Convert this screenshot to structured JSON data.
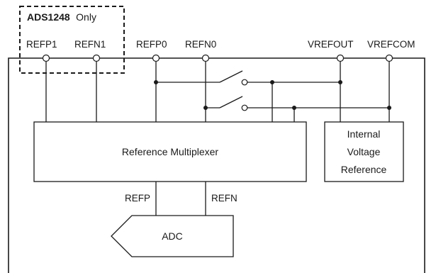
{
  "note": {
    "model": "ADS1248",
    "suffix": "Only"
  },
  "pins": {
    "refp1": "REFP1",
    "refn1": "REFN1",
    "refp0": "REFP0",
    "refn0": "REFN0",
    "vrefout": "VREFOUT",
    "vrefcom": "VREFCOM"
  },
  "blocks": {
    "mux": "Reference Multiplexer",
    "ref_line1": "Internal",
    "ref_line2": "Voltage",
    "ref_line3": "Reference",
    "adc": "ADC"
  },
  "signals": {
    "refp": "REFP",
    "refn": "REFN"
  }
}
